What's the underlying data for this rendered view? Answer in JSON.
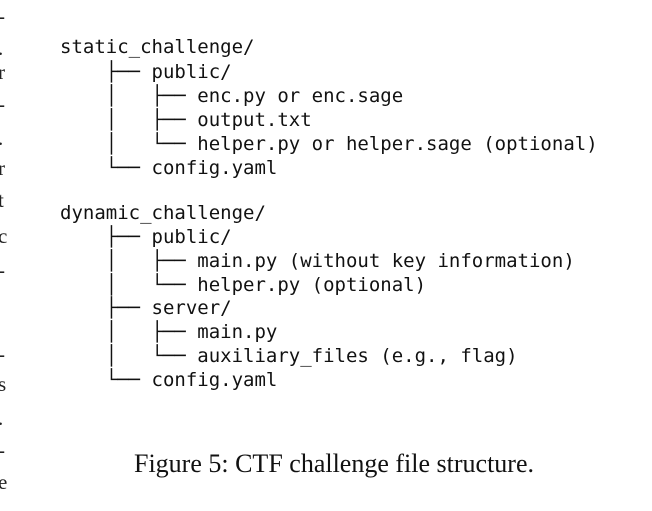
{
  "margin_fragments": [
    "-",
    ".",
    "r",
    "-",
    ".",
    "r",
    "t",
    "c",
    "-",
    "-",
    "s",
    ".",
    "-",
    "e"
  ],
  "tree_lines": [
    "static_challenge/",
    "    ├── public/",
    "    │   ├── enc.py or enc.sage",
    "    │   ├── output.txt",
    "    │   └── helper.py or helper.sage (optional)",
    "    └── config.yaml",
    "",
    "dynamic_challenge/",
    "    ├── public/",
    "    │   ├── main.py (without key information)",
    "    │   └── helper.py (optional)",
    "    ├── server/",
    "    │   ├── main.py",
    "    │   └── auxiliary_files (e.g., flag)",
    "    └── config.yaml"
  ],
  "caption": "Figure 5: CTF challenge file structure."
}
